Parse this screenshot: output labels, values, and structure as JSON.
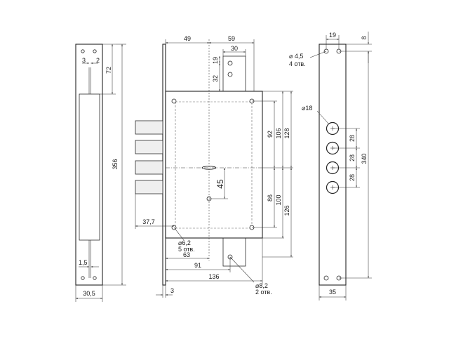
{
  "side_view": {
    "dim_left": "3",
    "dim_right": "2",
    "dim_top": "72",
    "dim_height": "356",
    "dim_bolt": "1,5",
    "dim_width": "30,5"
  },
  "front_view": {
    "dim_49": "49",
    "dim_59": "59",
    "dim_30": "30",
    "dim_19": "19",
    "dim_32": "32",
    "dim_92": "92",
    "dim_106": "106",
    "dim_128": "128",
    "dim_45": "45",
    "dim_86": "86",
    "dim_100": "100",
    "dim_126": "126",
    "dim_377": "37,7",
    "dim_63": "63",
    "dim_91": "91",
    "dim_136": "136",
    "dim_3": "3",
    "hole_small": "6,2",
    "hole_small_count": "5 отв.",
    "hole_bottom": "8,2",
    "hole_bottom_count": "2 отв."
  },
  "faceplate_view": {
    "dim_19": "19",
    "dim_8": "8",
    "hole_mount": "4,5",
    "hole_mount_count": "4 отв.",
    "hole_bolt": "18",
    "dim_28a": "28",
    "dim_28b": "28",
    "dim_28c": "28",
    "dim_340": "340",
    "dim_35": "35"
  }
}
